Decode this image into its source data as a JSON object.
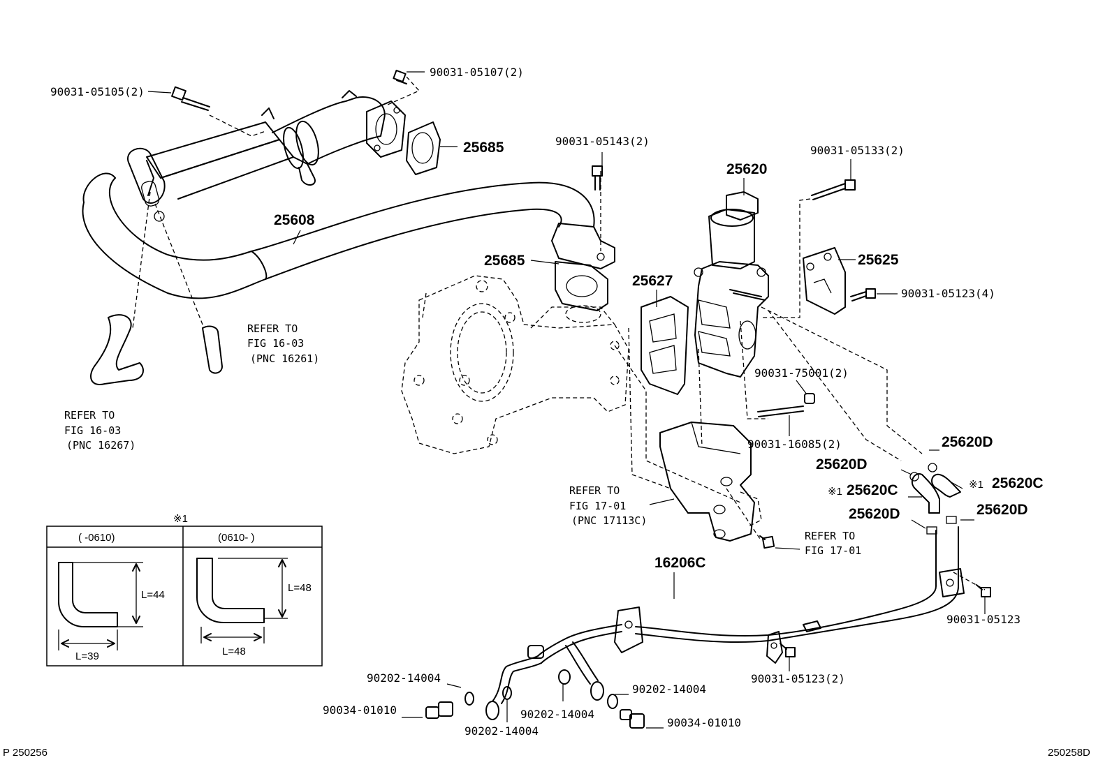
{
  "figure_codes": {
    "left": "P 250256",
    "right": "250258D"
  },
  "callouts": [
    {
      "id": "c1",
      "text": "90031-05105(2)"
    },
    {
      "id": "c2",
      "text": "90031-05107(2)"
    },
    {
      "id": "c3",
      "text": "25685"
    },
    {
      "id": "c4",
      "text": "90031-05143(2)"
    },
    {
      "id": "c5",
      "text": "90031-05133(2)"
    },
    {
      "id": "c6",
      "text": "25620"
    },
    {
      "id": "c7",
      "text": "25608"
    },
    {
      "id": "c8",
      "text": "25685"
    },
    {
      "id": "c9",
      "text": "25627"
    },
    {
      "id": "c10",
      "text": "25625"
    },
    {
      "id": "c11",
      "text": "90031-05123(4)"
    },
    {
      "id": "c12",
      "text": "90031-75001(2)"
    },
    {
      "id": "c13",
      "text": "90031-16085(2)"
    },
    {
      "id": "c14",
      "text": "25620D"
    },
    {
      "id": "c15",
      "text": "25620D"
    },
    {
      "id": "c16",
      "text": "25620C"
    },
    {
      "id": "c17",
      "text": "25620C"
    },
    {
      "id": "c18",
      "text": "25620D"
    },
    {
      "id": "c19",
      "text": "25620D"
    },
    {
      "id": "c20",
      "text": "16206C"
    },
    {
      "id": "c21",
      "text": "90031-05123"
    },
    {
      "id": "c22",
      "text": "90031-05123(2)"
    },
    {
      "id": "c23",
      "text": "90202-14004"
    },
    {
      "id": "c24",
      "text": "90034-01010"
    },
    {
      "id": "c25",
      "text": "90202-14004"
    },
    {
      "id": "c26",
      "text": "90202-14004"
    },
    {
      "id": "c27",
      "text": "90202-14004"
    },
    {
      "id": "c28",
      "text": "90034-01010"
    }
  ],
  "references": [
    {
      "id": "r1",
      "lines": [
        "REFER TO",
        "FIG 16-03",
        "(PNC 16261)"
      ]
    },
    {
      "id": "r2",
      "lines": [
        "REFER TO",
        "FIG  16-03",
        "(PNC 16267)"
      ]
    },
    {
      "id": "r3",
      "lines": [
        "REFER TO",
        "FIG  17-01",
        "(PNC 17113C)"
      ]
    },
    {
      "id": "r4",
      "lines": [
        "REFER TO",
        "FIG 17-01"
      ]
    }
  ],
  "note_marks": {
    "mark": "※1",
    "mark_small": "※1"
  },
  "hose_table": {
    "columns": [
      "(      -0610)",
      "(0610-       )"
    ],
    "dims": {
      "left_vertical": "L=44",
      "left_horizontal": "L=39",
      "right_vertical": "L=48",
      "right_horizontal": "L=48"
    }
  }
}
